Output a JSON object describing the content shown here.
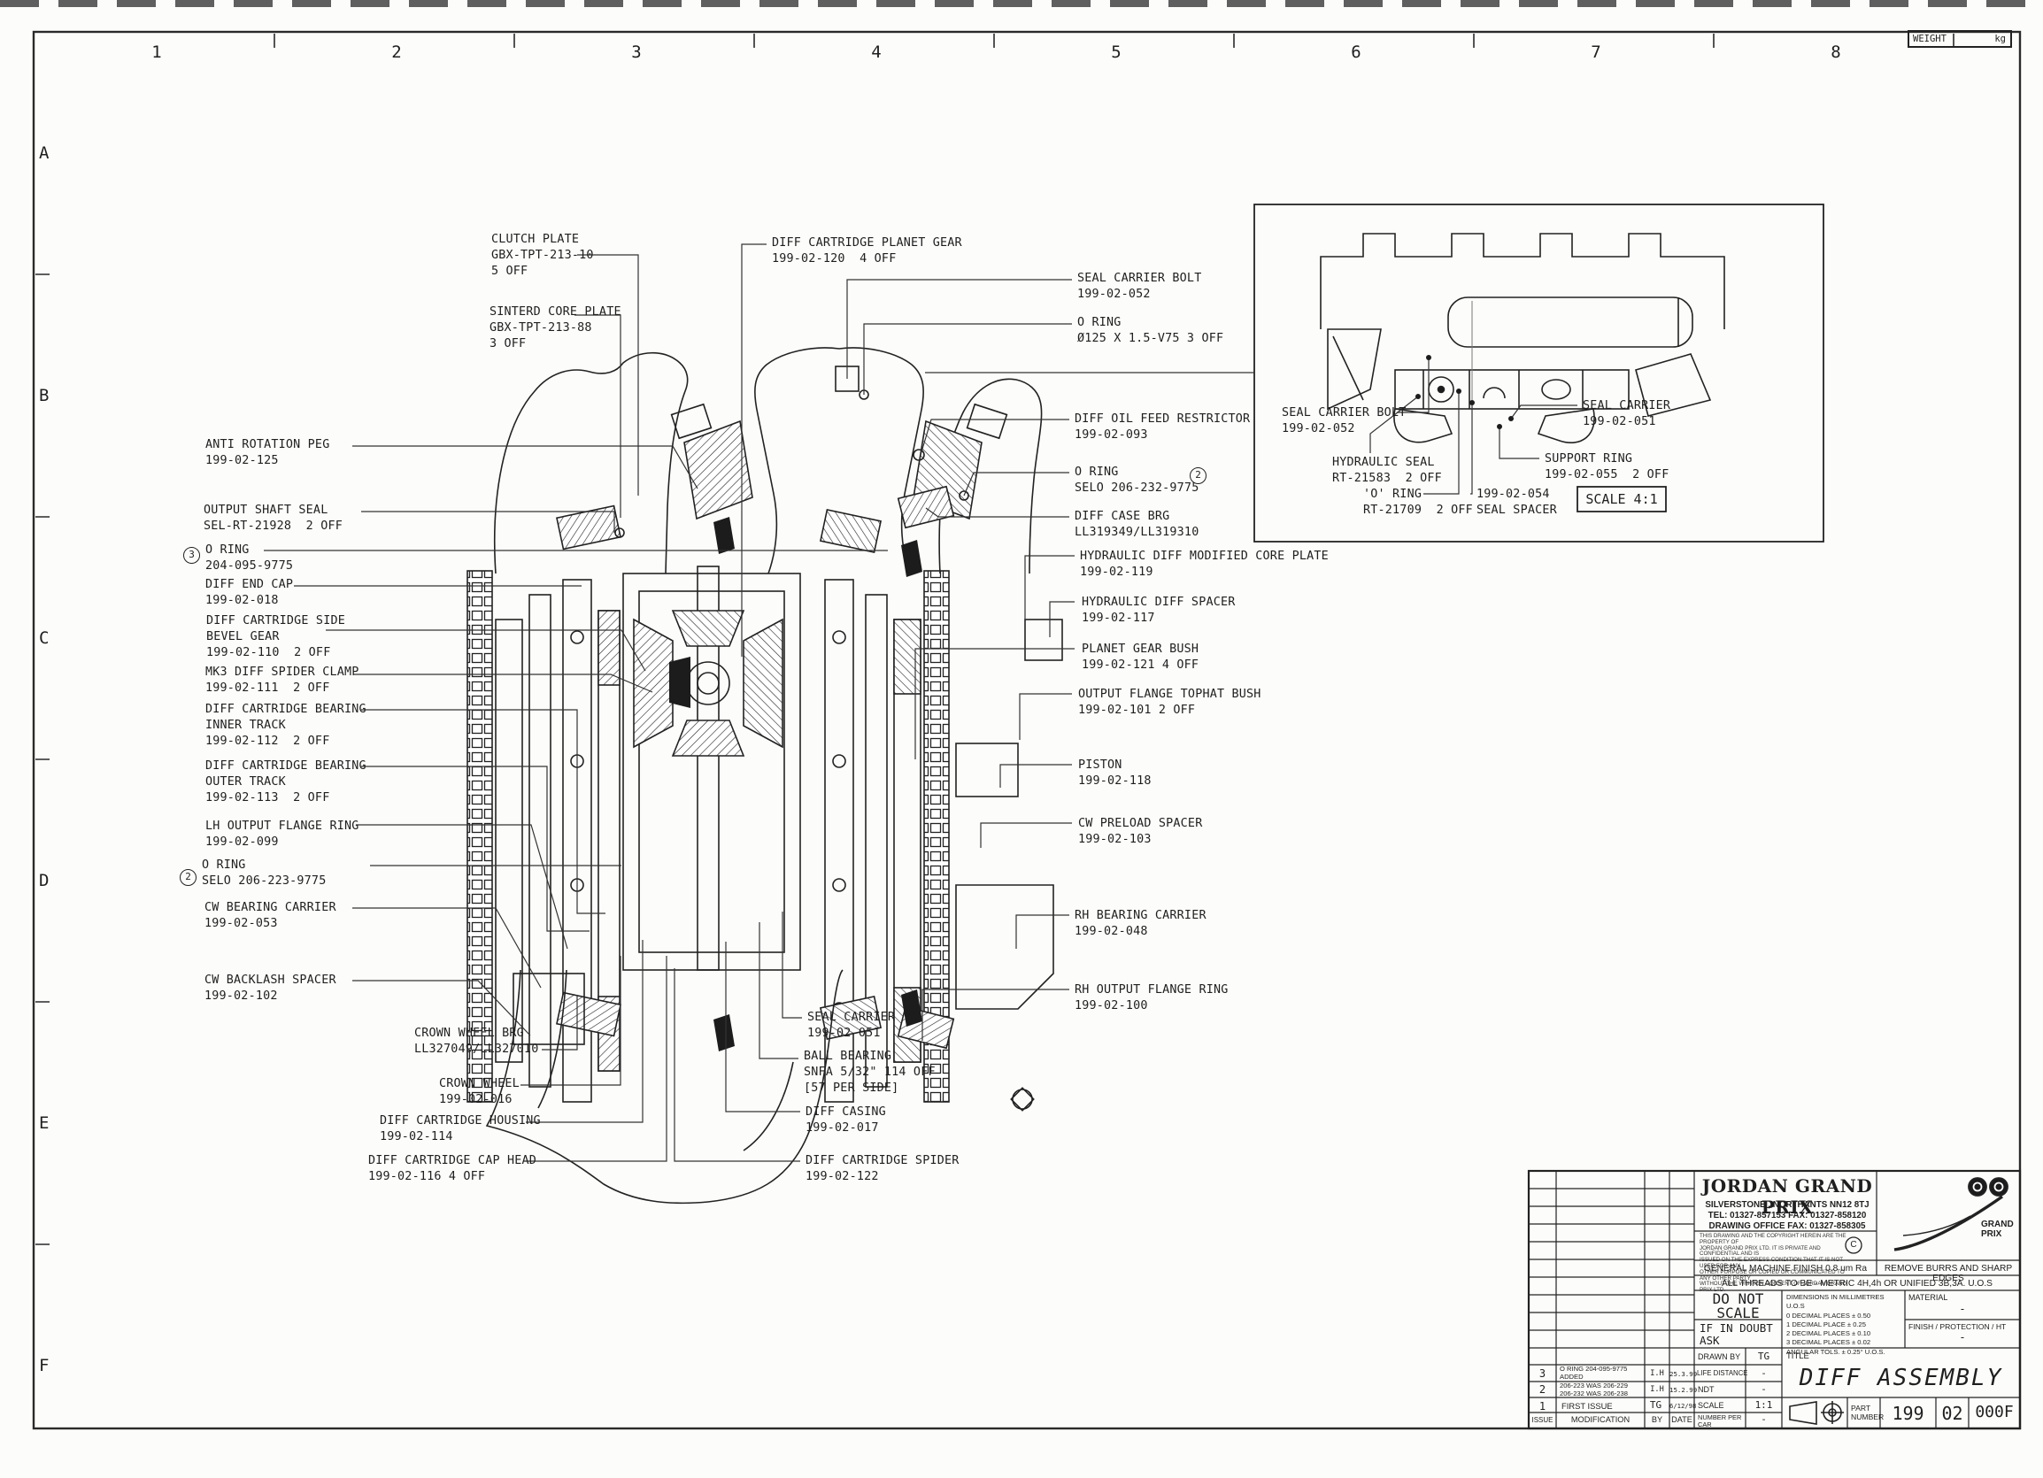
{
  "sheet": {
    "weight": {
      "label": "WEIGHT",
      "unit": "kg"
    },
    "zones": {
      "columns": [
        "1",
        "2",
        "3",
        "4",
        "5",
        "6",
        "7",
        "8"
      ],
      "rows": [
        "A",
        "B",
        "C",
        "D",
        "E",
        "F"
      ]
    }
  },
  "badges": {
    "rev3": "3",
    "rev2_left": "2",
    "rev2_right": "2"
  },
  "callouts": [
    {
      "lines": [
        "CLUTCH PLATE",
        "GBX-TPT-213-10",
        "5 OFF"
      ]
    },
    {
      "lines": [
        "SINTERD CORE PLATE",
        "GBX-TPT-213-88",
        "3 OFF"
      ]
    },
    {
      "lines": [
        "ANTI ROTATION PEG",
        "199-02-125"
      ]
    },
    {
      "lines": [
        "OUTPUT SHAFT SEAL",
        "SEL-RT-21928  2 OFF"
      ]
    },
    {
      "lines": [
        "O RING",
        "204-095-9775"
      ]
    },
    {
      "lines": [
        "DIFF END CAP",
        "199-02-018"
      ]
    },
    {
      "lines": [
        "DIFF CARTRIDGE SIDE",
        "BEVEL GEAR",
        "199-02-110  2 OFF"
      ]
    },
    {
      "lines": [
        "MK3 DIFF SPIDER CLAMP",
        "199-02-111  2 OFF"
      ]
    },
    {
      "lines": [
        "DIFF CARTRIDGE BEARING",
        "INNER TRACK",
        "199-02-112  2 OFF"
      ]
    },
    {
      "lines": [
        "DIFF CARTRIDGE BEARING",
        "OUTER TRACK",
        "199-02-113  2 OFF"
      ]
    },
    {
      "lines": [
        "LH OUTPUT FLANGE RING",
        "199-02-099"
      ]
    },
    {
      "lines": [
        "O RING",
        "SELO 206-223-9775"
      ]
    },
    {
      "lines": [
        "CW BEARING CARRIER",
        "199-02-053"
      ]
    },
    {
      "lines": [
        "CW BACKLASH SPACER",
        "199-02-102"
      ]
    },
    {
      "lines": [
        "CROWN WHEEL BRG",
        "LL327049/LL327010"
      ]
    },
    {
      "lines": [
        "CROWN WHEEL",
        "199-02-016"
      ]
    },
    {
      "lines": [
        "DIFF CARTRIDGE HOUSING",
        "199-02-114"
      ]
    },
    {
      "lines": [
        "DIFF CARTRIDGE CAP HEAD",
        "199-02-116 4 OFF"
      ]
    },
    {
      "lines": [
        "SEAL CARRIER",
        "199-02-051"
      ]
    },
    {
      "lines": [
        "BALL BEARING",
        "SNFA 5/32\" 114 OFF",
        "[57 PER SIDE]"
      ]
    },
    {
      "lines": [
        "DIFF CASING",
        "199-02-017"
      ]
    },
    {
      "lines": [
        "DIFF CARTRIDGE SPIDER",
        "199-02-122"
      ]
    },
    {
      "lines": [
        "DIFF CARTRIDGE PLANET GEAR",
        "199-02-120  4 OFF"
      ]
    },
    {
      "lines": [
        "SEAL CARRIER BOLT",
        "199-02-052"
      ]
    },
    {
      "lines": [
        "O RING",
        "Ø125 X 1.5-V75 3 OFF"
      ]
    },
    {
      "lines": [
        "DIFF OIL FEED RESTRICTOR",
        "199-02-093"
      ]
    },
    {
      "lines": [
        "O RING",
        "SELO 206-232-9775"
      ]
    },
    {
      "lines": [
        "DIFF CASE BRG",
        "LL319349/LL319310"
      ]
    },
    {
      "lines": [
        "HYDRAULIC DIFF MODIFIED CORE PLATE",
        "199-02-119"
      ]
    },
    {
      "lines": [
        "HYDRAULIC DIFF SPACER",
        "199-02-117"
      ]
    },
    {
      "lines": [
        "PLANET GEAR BUSH",
        "199-02-121 4 OFF"
      ]
    },
    {
      "lines": [
        "OUTPUT FLANGE TOPHAT BUSH",
        "199-02-101 2 OFF"
      ]
    },
    {
      "lines": [
        "PISTON",
        "199-02-118"
      ]
    },
    {
      "lines": [
        "CW PRELOAD SPACER",
        "199-02-103"
      ]
    },
    {
      "lines": [
        "RH BEARING CARRIER",
        "199-02-048"
      ]
    },
    {
      "lines": [
        "RH OUTPUT FLANGE RING",
        "199-02-100"
      ]
    }
  ],
  "detail": {
    "scale_label": "SCALE 4:1",
    "callouts": [
      {
        "lines": [
          "SEAL CARRIER BOLT",
          "199-02-052"
        ]
      },
      {
        "lines": [
          "HYDRAULIC SEAL",
          "RT-21583  2 OFF"
        ]
      },
      {
        "lines": [
          "'O' RING",
          "RT-21709  2 OFF"
        ]
      },
      {
        "lines": [
          "199-02-054",
          "SEAL SPACER"
        ]
      },
      {
        "lines": [
          "SEAL CARRIER",
          "199-02-051"
        ]
      },
      {
        "lines": [
          "SUPPORT RING",
          "199-02-055  2 OFF"
        ]
      }
    ]
  },
  "title_block": {
    "company": {
      "name": "JORDAN GRAND PRIX",
      "address": "SILVERSTONE , NORTHANTS  NN12 8TJ",
      "tel": "TEL: 01327-857153   FAX: 01327-858120",
      "fax": "DRAWING OFFICE FAX: 01327-858305",
      "copyright": [
        "THIS DRAWING AND THE COPYRIGHT HEREIN ARE THE PROPERTY OF",
        "JORDAN GRAND PRIX LTD. IT IS PRIVATE AND CONFIDENTIAL AND IS",
        "ISSUED ON THE EXPRESS CONDITION THAT IT IS NOT USED FOR ANY",
        "OTHER PURPOSE OR COPIED OR COMMUNICATED TO ANY OTHER PARTY",
        "WITHOUT THE WRITTEN CONSENT OF JORDAN GRAND PRIX LTD."
      ],
      "copyright_symbol": "C"
    },
    "logo": {
      "line1": "GRAND",
      "line2": "PRIX"
    },
    "notes": {
      "machine_finish": "GENERAL MACHINE FINISH 0.8 um Ra",
      "burrs": "REMOVE BURRS AND SHARP EDGES",
      "threads": "ALL THREADS TO BE - METRIC 4H,4h OR UNIFIED 3B,3A. U.O.S"
    },
    "do_not_scale": {
      "line1": "DO NOT",
      "line2": "SCALE"
    },
    "if_in_doubt": {
      "line1": "IF IN DOUBT",
      "line2": "ASK"
    },
    "tolerances": [
      "DIMENSIONS IN MILLIMETRES U.O.S",
      "0 DECIMAL PLACES ± 0.50",
      "1 DECIMAL PLACE  ± 0.25",
      "2 DECIMAL PLACES ± 0.10",
      "3 DECIMAL PLACES ± 0.02",
      "ANGULAR TOLS. ± 0.25° U.O.S."
    ],
    "material": {
      "label": "MATERIAL",
      "value": "-"
    },
    "finish": {
      "label": "FINISH / PROTECTION / HT",
      "value": "-"
    },
    "fields": [
      {
        "label": "DRAWN BY",
        "value": "TG"
      },
      {
        "label": "LIFE DISTANCE",
        "value": "-"
      },
      {
        "label": "NDT",
        "value": "-"
      },
      {
        "label": "SCALE",
        "value": "1:1"
      },
      {
        "label": "NUMBER PER CAR",
        "value": "-"
      }
    ],
    "title": {
      "label": "TITLE",
      "value": "DIFF ASSEMBLY"
    },
    "part_number": {
      "label": "PART NUMBER",
      "cells": [
        "199",
        "02",
        "000F"
      ]
    },
    "revisions": [
      {
        "issue": "3",
        "mod1": "O RING 204-095-9775",
        "mod2": "ADDED",
        "by": "I.H",
        "date": "25.3.99"
      },
      {
        "issue": "2",
        "mod1": "206-223 WAS 206-229",
        "mod2": "206-232 WAS 206-238",
        "by": "I.H",
        "date": "15.2.99"
      },
      {
        "issue": "1",
        "mod1": "FIRST ISSUE",
        "mod2": "",
        "by": "TG",
        "date": "6/12/98"
      }
    ],
    "rev_footer": {
      "issue": "ISSUE",
      "modification": "MODIFICATION",
      "by": "BY",
      "date": "DATE"
    }
  }
}
